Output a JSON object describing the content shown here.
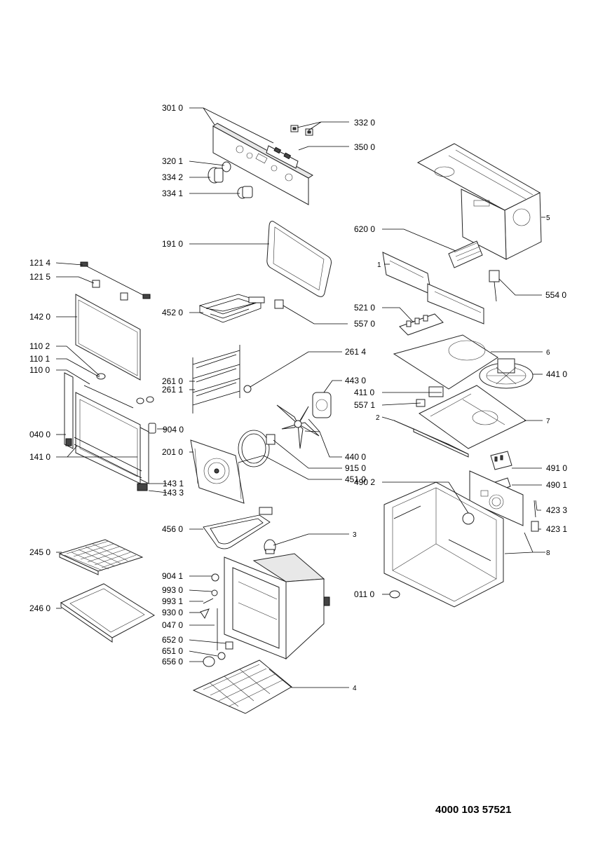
{
  "document_number": "4000 103 57521",
  "labels": {
    "l3010": "301 0",
    "l3320": "332 0",
    "l3500": "350 0",
    "l3201": "320 1",
    "l3342": "334 2",
    "l3341": "334 1",
    "l5": "5",
    "l6200": "620 0",
    "l1": "1",
    "l5540": "554 0",
    "l1910": "191 0",
    "l1214": "121 4",
    "l1215": "121 5",
    "l1420": "142 0",
    "l4520": "452 0",
    "l5570": "557 0",
    "l5210": "521 0",
    "l1102": "110 2",
    "l1101": "110 1",
    "l1100": "110 0",
    "l2614": "261 4",
    "l6": "6",
    "l4410": "441 0",
    "l2610": "261 0",
    "l2611": "261 1",
    "l4430": "443 0",
    "l4110": "411 0",
    "l5571": "557 1",
    "l2": "2",
    "l7": "7",
    "l0400": "040 0",
    "l9040": "904 0",
    "l2010": "201 0",
    "l1410": "141 0",
    "l4400": "440 0",
    "l9150": "915 0",
    "l4510": "451 0",
    "l4910": "491 0",
    "l4902": "490 2",
    "l4901": "490 1",
    "l1431": "143 1",
    "l1433": "143 3",
    "l4233": "423 3",
    "l4231": "423 1",
    "l4560": "456 0",
    "l3": "3",
    "l8": "8",
    "l2450": "245 0",
    "l9041": "904 1",
    "l9930": "993 0",
    "l9931": "993 1",
    "l0110": "011 0",
    "l2460": "246 0",
    "l9300": "930 0",
    "l0470": "047 0",
    "l6520": "652 0",
    "l6510": "651 0",
    "l6560": "656 0",
    "l4": "4"
  }
}
